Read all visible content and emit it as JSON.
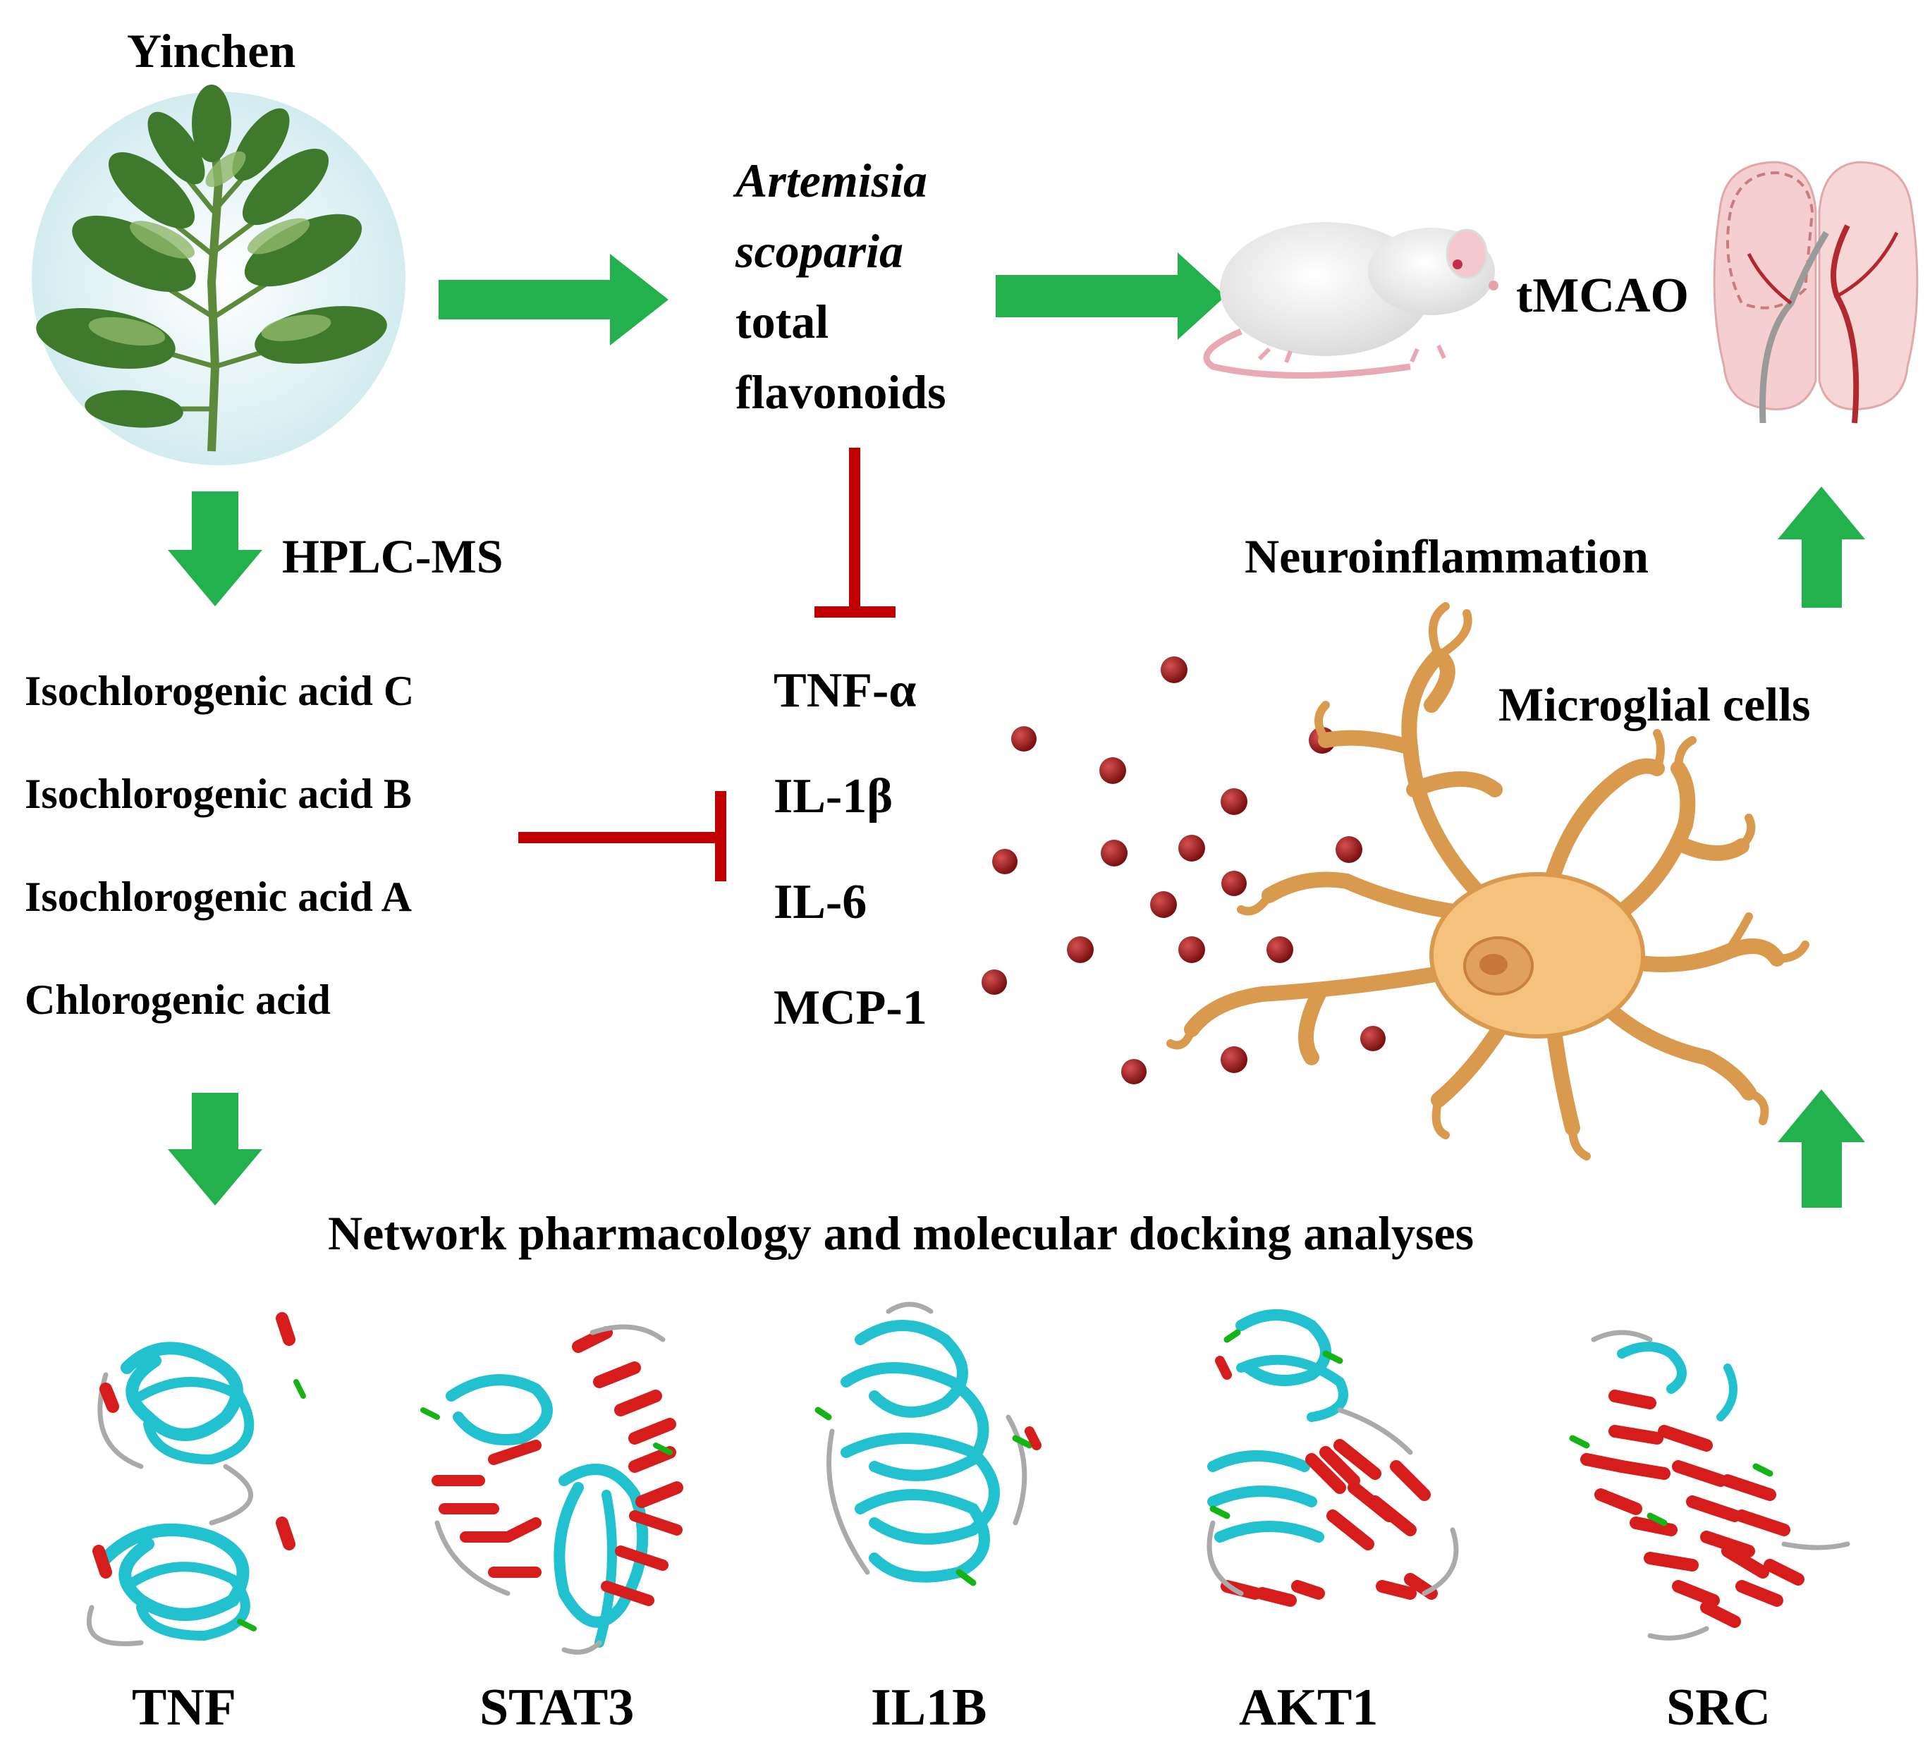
{
  "colors": {
    "arrow": "#22b14c",
    "inhibit": "#c00000",
    "cytokine": "#9b1b1b",
    "cell": "#f5c27e",
    "cell_edge": "#d99a4e",
    "helix": "#d71c1c",
    "sheet": "#22c1cf",
    "turn": "#16b316"
  },
  "labels": {
    "yinchen": "Yinchen",
    "hplc": "HPLC-MS",
    "artemisia_line1": "Artemisia",
    "artemisia_line2": "scoparia",
    "artemisia_line3": "total",
    "artemisia_line4": "flavonoids",
    "tmcao": "tMCAO",
    "neuroinflammation": "Neuroinflammation",
    "microglia": "Microglial cells",
    "network": "Network pharmacology and molecular docking analyses"
  },
  "compounds": [
    "Isochlorogenic acid C",
    "Isochlorogenic acid B",
    "Isochlorogenic acid A",
    "Chlorogenic acid"
  ],
  "cytokines": [
    "TNF-α",
    "IL-1β",
    "IL-6",
    "MCP-1"
  ],
  "proteins": [
    "TNF",
    "STAT3",
    "IL1B",
    "AKT1",
    "SRC"
  ],
  "icons": {
    "plant": "plant-icon",
    "rat": "rat-icon",
    "brain": "brain-icon",
    "microglia": "microglia-cell-icon",
    "protein": "protein-structure-icon"
  }
}
